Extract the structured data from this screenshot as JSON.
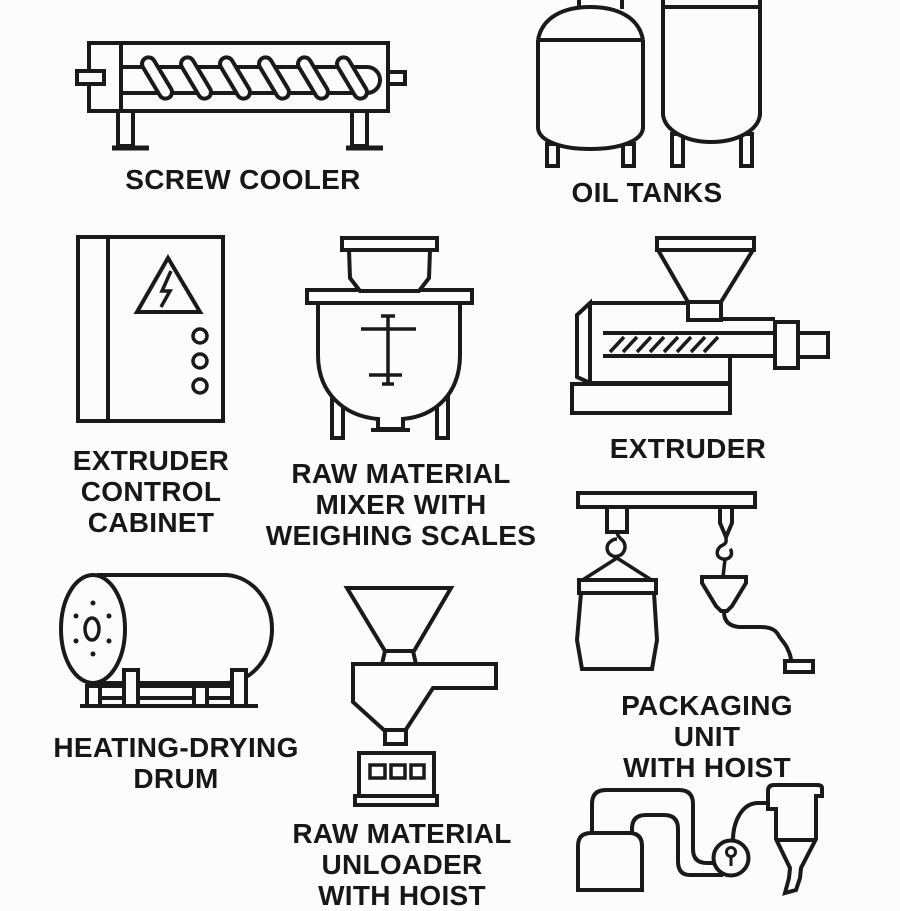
{
  "page": {
    "type": "equipment-icon-sheet",
    "background": "#fcfcfc",
    "line_color": "#1a1a1a",
    "text_color": "#171717"
  },
  "equipment": [
    {
      "name": "screw-cooler",
      "label": "SCREW COOLER"
    },
    {
      "name": "oil-tanks",
      "label": "OIL TANKS"
    },
    {
      "name": "extruder-control-cabinet",
      "label": "EXTRUDER\nCONTROL\nCABINET"
    },
    {
      "name": "raw-material-mixer-with-weighing-scales",
      "label": "RAW MATERIAL\nMIXER WITH\nWEIGHING SCALES"
    },
    {
      "name": "extruder",
      "label": "EXTRUDER"
    },
    {
      "name": "heating-drying-drum",
      "label": "HEATING-DRYING\nDRUM"
    },
    {
      "name": "raw-material-unloader-with-hoist",
      "label": "RAW MATERIAL\nUNLOADER\nWITH HOIST"
    },
    {
      "name": "packaging-unit-with-hoist",
      "label": "PACKAGING UNIT\nWITH HOIST"
    },
    {
      "name": "pneumatic-conveyor-with-cyclone",
      "label": ""
    }
  ]
}
